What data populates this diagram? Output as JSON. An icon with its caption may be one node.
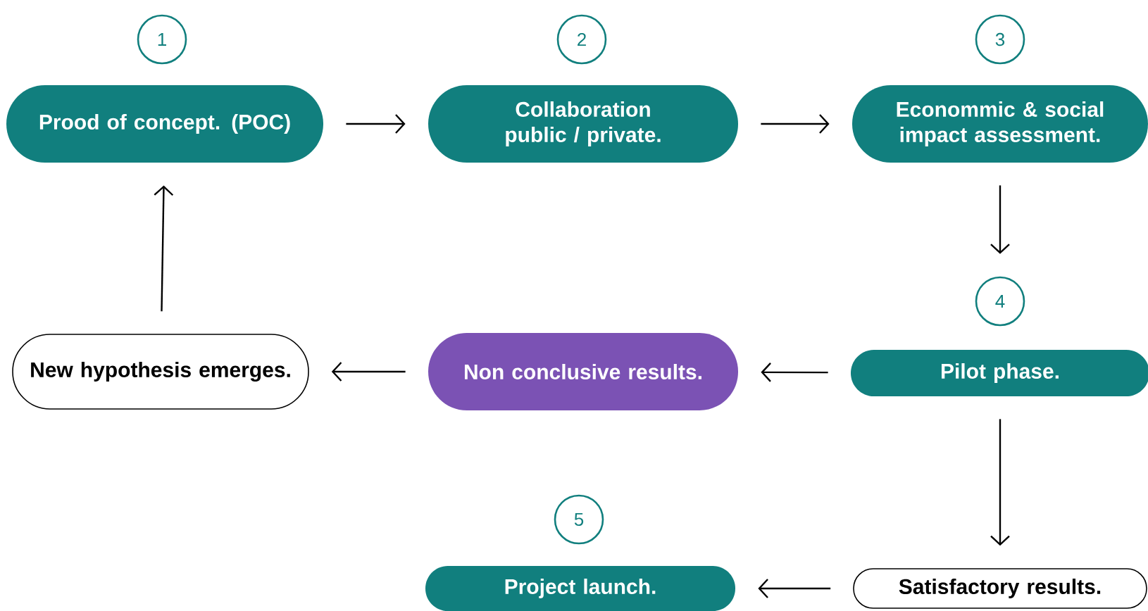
{
  "diagram": {
    "nodes": [
      {
        "text": [
          "1"
        ]
      },
      {
        "text": [
          "2"
        ]
      },
      {
        "text": [
          "3"
        ]
      },
      {
        "text": [
          "Prood of concept. (POC)"
        ]
      },
      {
        "text": [
          "Collaboration public / private."
        ]
      },
      {
        "text": [
          "Econommic & social impact assessment."
        ]
      },
      {
        "text": [
          "4"
        ]
      },
      {
        "text": [
          "New hypothesis emerges."
        ]
      },
      {
        "text": [
          "Non conclusive results."
        ]
      },
      {
        "text": [
          "Pilot phase."
        ]
      },
      {
        "text": [
          "5"
        ]
      },
      {
        "text": [
          "Project launch."
        ]
      },
      {
        "text": [
          "Satisfactory results."
        ]
      }
    ],
    "edges": [
      {
        "from": 3,
        "to": 4,
        "arrow": "to"
      },
      {
        "from": 4,
        "to": 5,
        "arrow": "to"
      },
      {
        "from": 5,
        "to": 6,
        "arrow": "to"
      },
      {
        "from": 9,
        "to": 8,
        "arrow": "to"
      },
      {
        "from": 8,
        "to": 7,
        "arrow": "to"
      },
      {
        "from": 7,
        "to": 3,
        "arrow": "to"
      },
      {
        "from": 9,
        "to": 12,
        "arrow": "to"
      },
      {
        "from": 12,
        "to": 11,
        "arrow": "to"
      }
    ]
  }
}
